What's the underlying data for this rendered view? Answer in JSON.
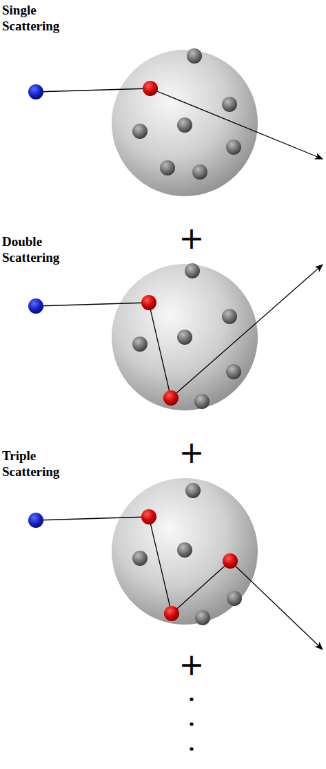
{
  "diagram": {
    "labels": [
      "Single Scattering",
      "+",
      "Double Scattering",
      "+",
      "Triple Scattering",
      "+"
    ]
  }
}
